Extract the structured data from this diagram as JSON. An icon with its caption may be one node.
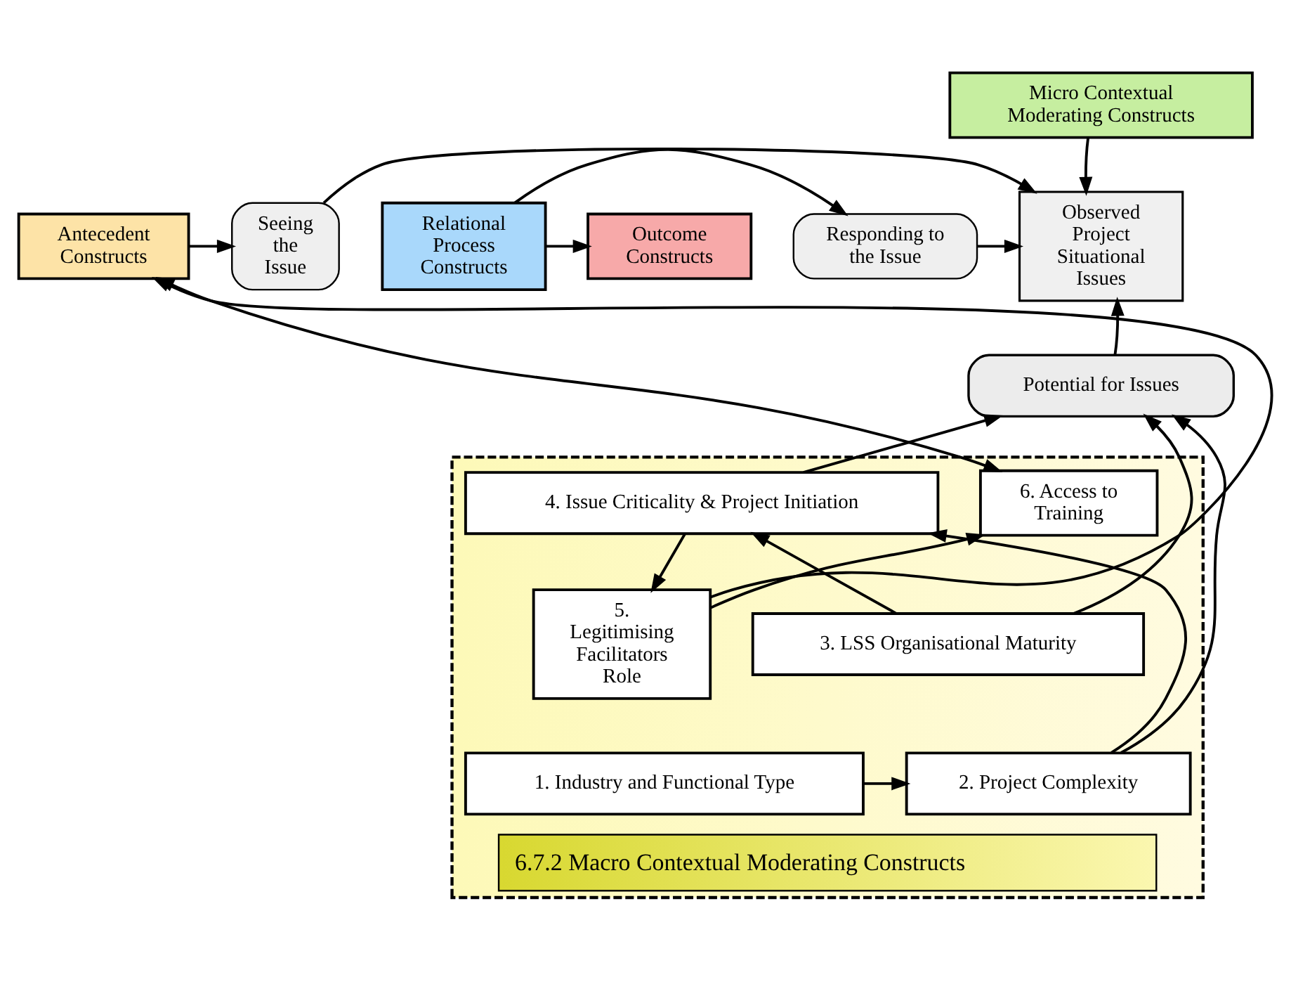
{
  "diagram": {
    "nodes": [
      {
        "text": [
          "Micro Contextual Moderating Constructs"
        ]
      },
      {
        "text": [
          "Antecedent Constructs"
        ]
      },
      {
        "text": [
          "Seeing the Issue"
        ]
      },
      {
        "text": [
          "Observed Project Situational Issues"
        ]
      },
      {
        "text": [
          "Responding to the Issue"
        ]
      },
      {
        "text": [
          "Relational Process Constructs"
        ]
      },
      {
        "text": [
          "Outcome Constructs"
        ]
      },
      {
        "text": [
          "Potential for Issues"
        ]
      },
      {
        "text": [
          "6.7.2 Macro Contextual Moderating Constructs"
        ]
      },
      {
        "text": [
          "6. Access to Training"
        ],
        "in": 8
      },
      {
        "text": [
          "4. Issue Criticality & Project Initiation"
        ],
        "in": 8
      },
      {
        "text": [
          "5. Legitimising Facilitators Role"
        ],
        "in": 8
      },
      {
        "text": [
          "3. LSS Organisational Maturity"
        ],
        "in": 8
      },
      {
        "text": [
          "1. Industry and Functional Type"
        ],
        "in": 8
      },
      {
        "text": [
          "2. Project Complexity"
        ],
        "in": 8
      }
    ],
    "edges": [
      {
        "from": 0,
        "to": 3,
        "arrow": "to"
      },
      {
        "from": 1,
        "to": 2,
        "arrow": "to"
      },
      {
        "from": 2,
        "to": 3,
        "arrow": "to"
      },
      {
        "from": 5,
        "to": 4,
        "arrow": "to"
      },
      {
        "from": 4,
        "to": 3,
        "arrow": "to"
      },
      {
        "from": 5,
        "to": 6,
        "arrow": "to"
      },
      {
        "from": 7,
        "to": 3,
        "arrow": "to"
      },
      {
        "from": 10,
        "to": 7,
        "arrow": "to"
      },
      {
        "from": 12,
        "to": 7,
        "arrow": "to"
      },
      {
        "from": 12,
        "to": 10,
        "arrow": "to"
      },
      {
        "from": 14,
        "to": 7,
        "arrow": "to"
      },
      {
        "from": 14,
        "to": 10,
        "arrow": "to"
      },
      {
        "from": 10,
        "to": 11,
        "arrow": "to"
      },
      {
        "from": 1,
        "to": 9,
        "arrow": "both"
      },
      {
        "from": 11,
        "to": 9,
        "arrow": "to"
      },
      {
        "from": 11,
        "to": 1,
        "arrow": "to"
      },
      {
        "from": 13,
        "to": 14,
        "arrow": "to"
      }
    ]
  }
}
